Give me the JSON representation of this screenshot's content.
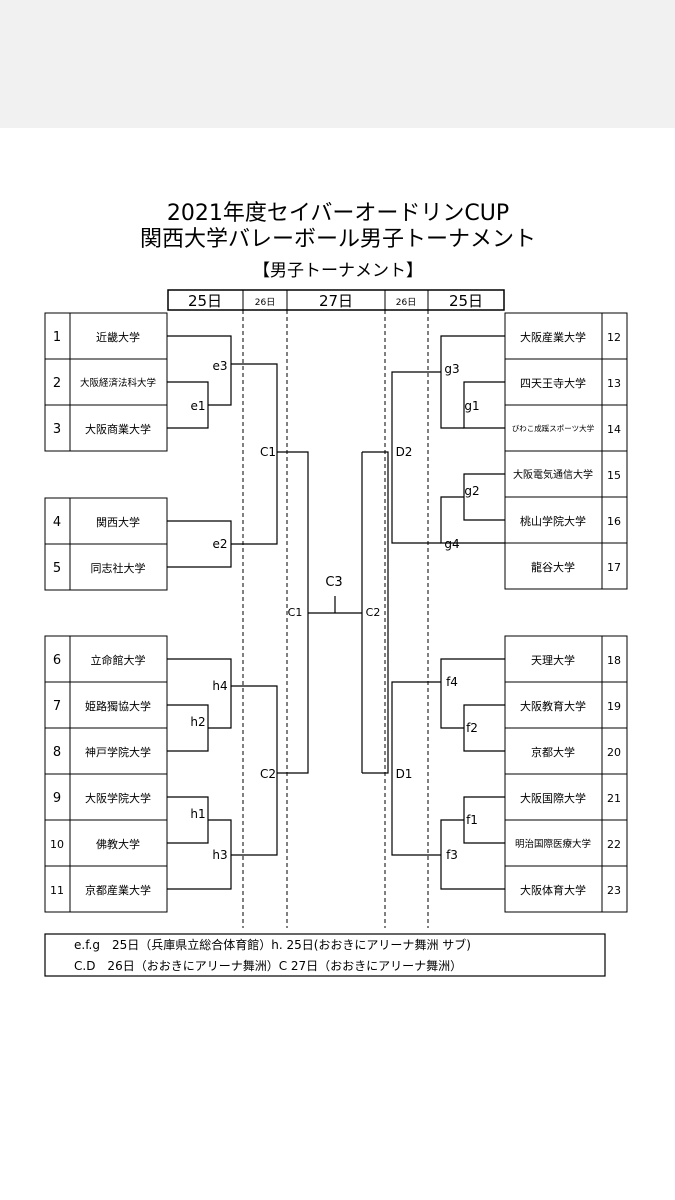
{
  "title_line1": "2021年度セイバーオードリンCUP",
  "title_line2": "関西大学バレーボール男子トーナメント",
  "subtitle": "【男子トーナメント】",
  "day_header": [
    "25日",
    "26日",
    "27日",
    "26日",
    "25日"
  ],
  "left_teams": [
    {
      "no": "1",
      "name": "近畿大学"
    },
    {
      "no": "2",
      "name": "大阪経済法科大学"
    },
    {
      "no": "3",
      "name": "大阪商業大学"
    },
    {
      "no": "4",
      "name": "関西大学"
    },
    {
      "no": "5",
      "name": "同志社大学"
    },
    {
      "no": "6",
      "name": "立命館大学"
    },
    {
      "no": "7",
      "name": "姫路獨協大学"
    },
    {
      "no": "8",
      "name": "神戸学院大学"
    },
    {
      "no": "9",
      "name": "大阪学院大学"
    },
    {
      "no": "10",
      "name": "佛教大学"
    },
    {
      "no": "11",
      "name": "京都産業大学"
    }
  ],
  "right_teams": [
    {
      "no": "12",
      "name": "大阪産業大学"
    },
    {
      "no": "13",
      "name": "四天王寺大学"
    },
    {
      "no": "14",
      "name": "びわこ成蹊スポーツ大学"
    },
    {
      "no": "15",
      "name": "大阪電気通信大学"
    },
    {
      "no": "16",
      "name": "桃山学院大学"
    },
    {
      "no": "17",
      "name": "龍谷大学"
    },
    {
      "no": "18",
      "name": "天理大学"
    },
    {
      "no": "19",
      "name": "大阪教育大学"
    },
    {
      "no": "20",
      "name": "京都大学"
    },
    {
      "no": "21",
      "name": "大阪国際大学"
    },
    {
      "no": "22",
      "name": "明治国際医療大学"
    },
    {
      "no": "23",
      "name": "大阪体育大学"
    }
  ],
  "match_labels": {
    "e1": "e1",
    "e2": "e2",
    "e3": "e3",
    "h1": "h1",
    "h2": "h2",
    "h3": "h3",
    "h4": "h4",
    "C1_left": "C1",
    "C2_left": "C2",
    "C3": "C3",
    "C1_center": "C1",
    "C2_center": "C2",
    "g1": "g1",
    "g2": "g2",
    "g3": "g3",
    "g4": "g4",
    "f1": "f1",
    "f2": "f2",
    "f3": "f3",
    "f4": "f4",
    "D1": "D1",
    "D2": "D2"
  },
  "notes": [
    "e.f.g　25日（兵庫県立総合体育館）h. 25日(おおきにアリーナ舞洲 サブ)",
    "C.D　26日（おおきにアリーナ舞洲）C 27日（おおきにアリーナ舞洲）"
  ]
}
